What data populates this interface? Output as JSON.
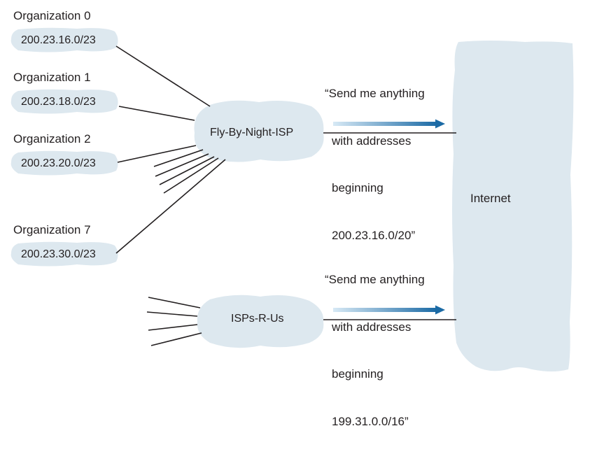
{
  "organizations": [
    {
      "name": "Organization 0",
      "prefix": "200.23.16.0/23"
    },
    {
      "name": "Organization 1",
      "prefix": "200.23.18.0/23"
    },
    {
      "name": "Organization 2",
      "prefix": "200.23.20.0/23"
    },
    {
      "name": "Organization 7",
      "prefix": "200.23.30.0/23"
    }
  ],
  "isps": {
    "fly_by_night": "Fly-By-Night-ISP",
    "isps_r_us": "ISPs-R-Us"
  },
  "internet_label": "Internet",
  "advertisements": {
    "fly_by_night": [
      "“Send me anything",
      "with addresses",
      "beginning",
      "200.23.16.0/20”"
    ],
    "isps_r_us": [
      "“Send me anything",
      "with addresses",
      "beginning",
      "199.31.0.0/16”"
    ]
  },
  "colors": {
    "cloud_fill": "#dde8ef",
    "line": "#231f20",
    "arrow_dark": "#1b6aa5",
    "arrow_light": "#c6dff0"
  }
}
